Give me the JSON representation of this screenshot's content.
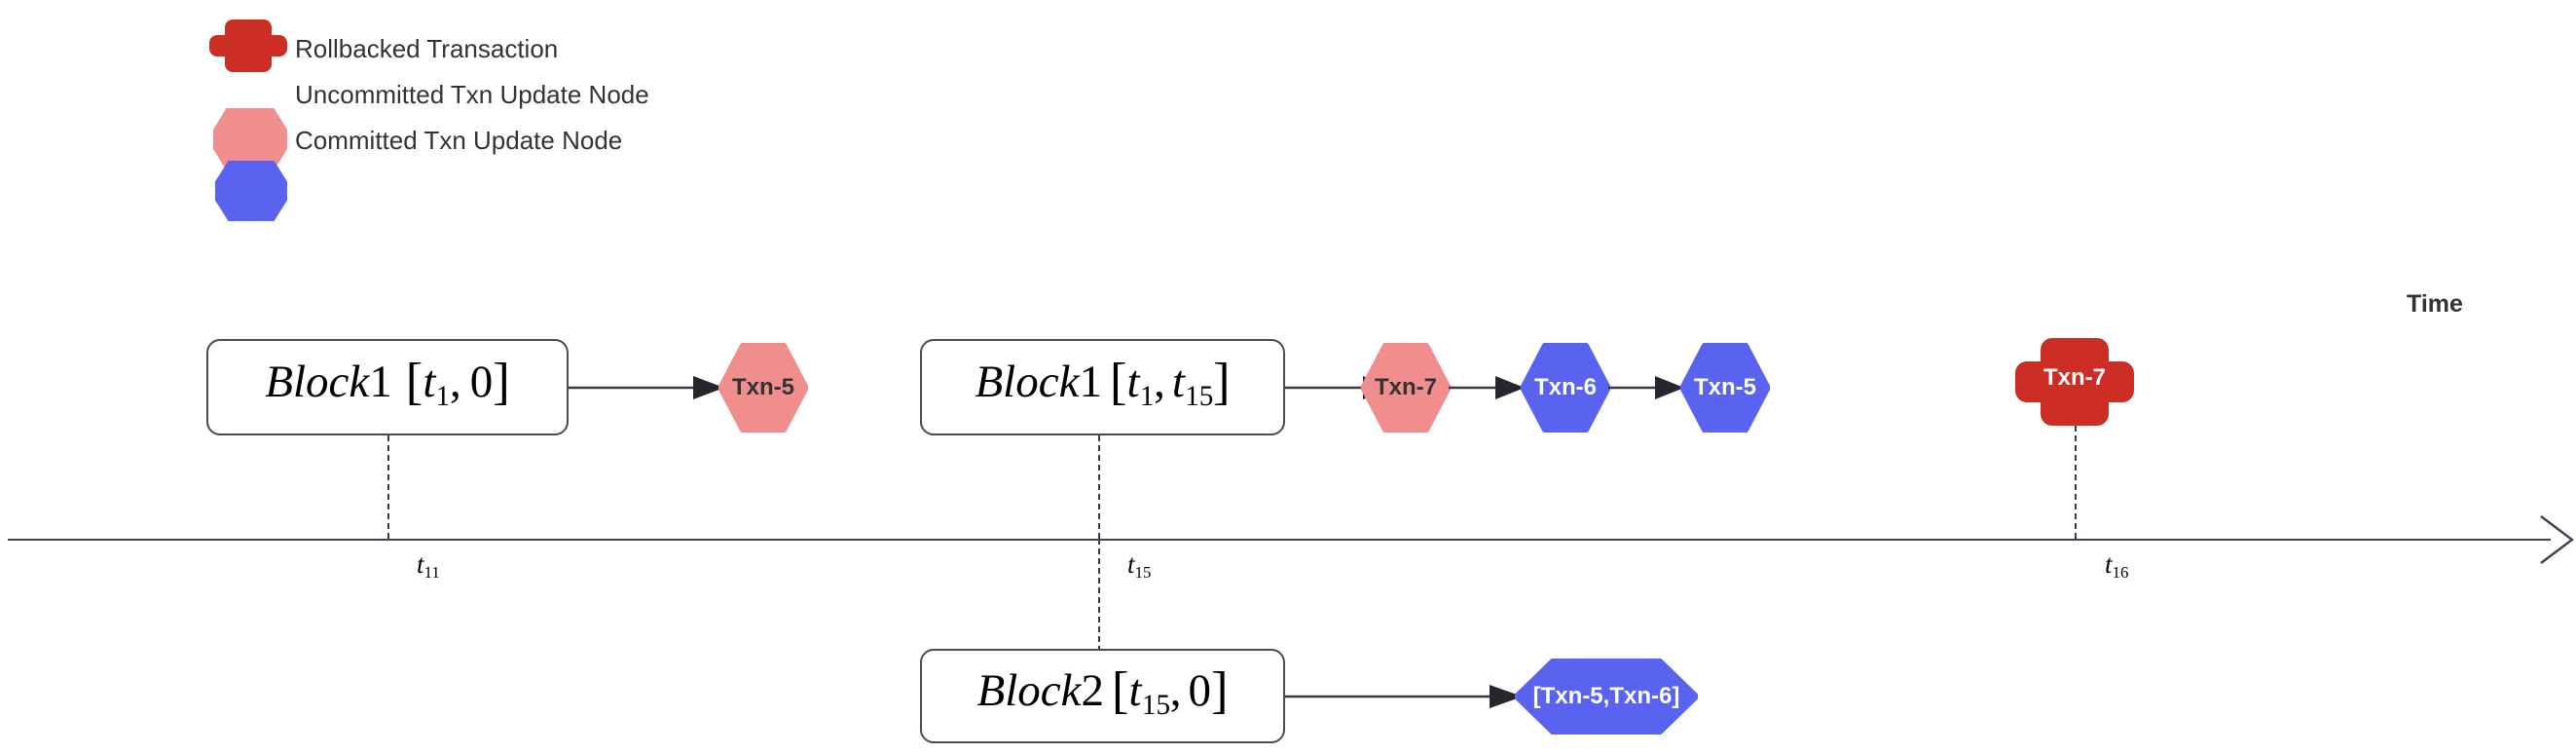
{
  "legend": {
    "items": [
      {
        "icon": "rollback-cross-icon",
        "shape": "cross",
        "color": "#cc2e26",
        "label": "Rollbacked Transaction"
      },
      {
        "icon": "uncommitted-hexagon-icon",
        "shape": "hexagon",
        "color": "#f08e8e",
        "label": "Uncommitted Txn Update Node"
      },
      {
        "icon": "committed-hexagon-icon",
        "shape": "hexagon",
        "color": "#5a62f0",
        "label": " Committed Txn Update Node"
      }
    ]
  },
  "blocks": {
    "block1_a": {
      "name": "Block",
      "index": "1",
      "open": "[",
      "start": "t",
      "start_sub": "1",
      "sep": ",",
      "end": "0",
      "close": "]"
    },
    "block1_b": {
      "name": "Block",
      "index": "1",
      "open": "[",
      "start": "t",
      "start_sub": "1",
      "sep": ",",
      "end": "t",
      "end_sub": "15",
      "close": "]"
    },
    "block2": {
      "name": "Block",
      "index": "2",
      "open": "[",
      "start": "t",
      "start_sub": "15",
      "sep": ",",
      "end": "0",
      "close": "]"
    }
  },
  "nodes": {
    "txn5_row1": {
      "label": "Txn-5",
      "kind": "uncommitted",
      "color": "#f08e8e",
      "text_color": "#333333"
    },
    "txn7_row2": {
      "label": "Txn-7",
      "kind": "uncommitted",
      "color": "#f08e8e",
      "text_color": "#333333"
    },
    "txn6_row2": {
      "label": "Txn-6",
      "kind": "committed",
      "color": "#5a62f0",
      "text_color": "#ffffff"
    },
    "txn5_row2": {
      "label": "Txn-5",
      "kind": "committed",
      "color": "#5a62f0",
      "text_color": "#ffffff"
    },
    "txn7_rollback": {
      "label": "Txn-7",
      "kind": "rollbacked",
      "color": "#cc2e26",
      "text_color": "#ffffff"
    },
    "txnlist_row3": {
      "label": "[Txn-5,Txn-6]",
      "kind": "committed",
      "color": "#5a62f0",
      "text_color": "#ffffff"
    }
  },
  "timeline": {
    "axis_label": "Time",
    "ticks": [
      {
        "label": "t",
        "sub": "11"
      },
      {
        "label": "t",
        "sub": "15"
      },
      {
        "label": "t",
        "sub": "16"
      }
    ]
  },
  "colors": {
    "red": "#cc2e26",
    "pink": "#f08e8e",
    "blue": "#5a62f0",
    "stroke": "#3a3a44",
    "text": "#333333"
  }
}
